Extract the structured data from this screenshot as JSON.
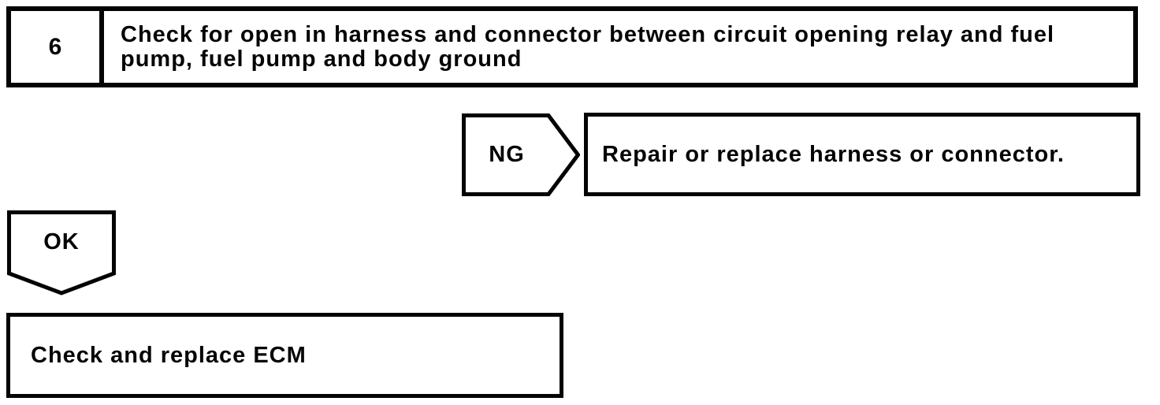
{
  "page": {
    "paper_color": "#ffffff",
    "ink_color": "#040404"
  },
  "flowchart": {
    "step": {
      "number": "6",
      "instruction": "Check for open in harness and connector between circuit opening relay and fuel pump, fuel pump and body ground"
    },
    "ng_branch": {
      "label": "NG",
      "action": "Repair or replace harness or connector."
    },
    "ok_branch": {
      "label": "OK",
      "action": "Check and replace ECM"
    }
  }
}
